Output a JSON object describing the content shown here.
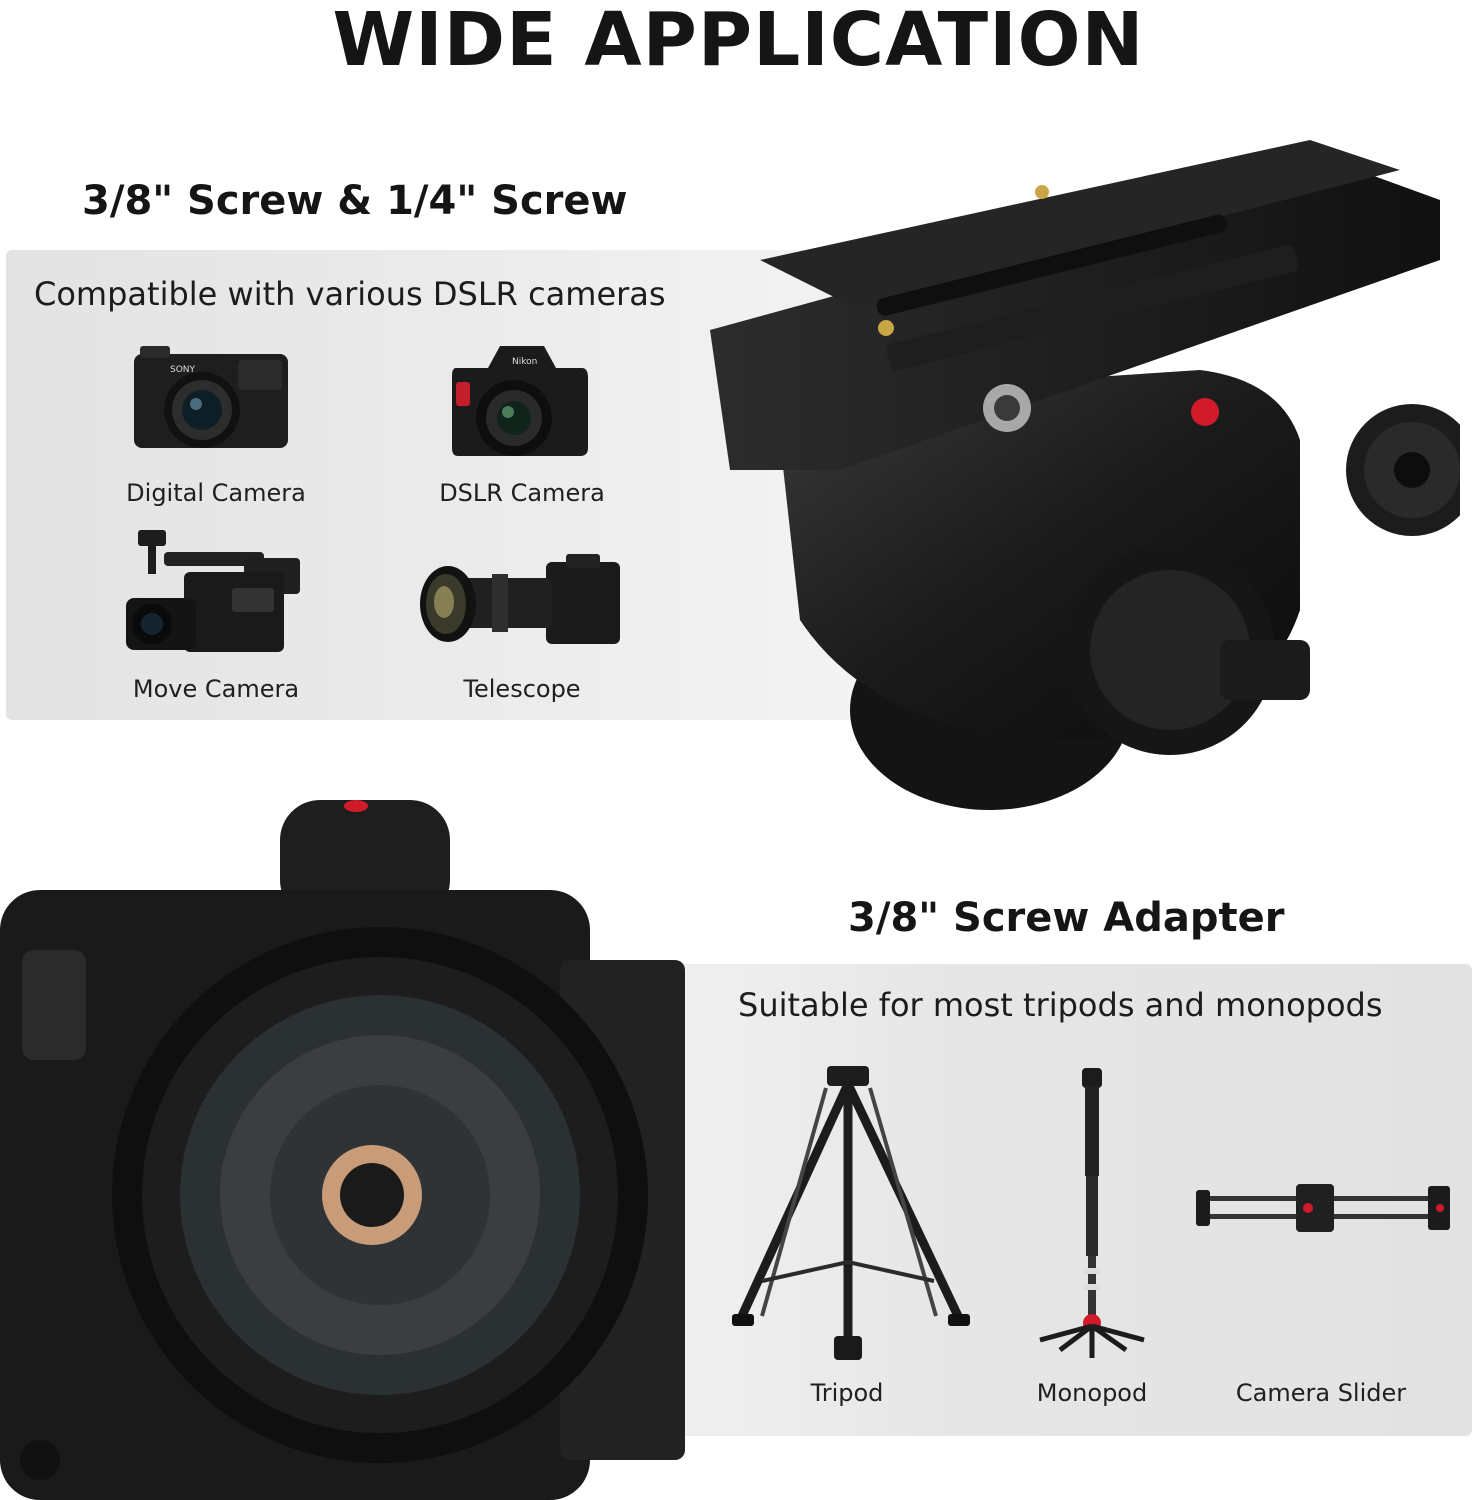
{
  "page": {
    "title": "WIDE APPLICATION"
  },
  "section_top": {
    "heading": "3/8\" Screw & 1/4\" Screw",
    "subtitle": "Compatible with various DSLR cameras",
    "items": [
      {
        "label": "Digital Camera",
        "icon": "mirrorless-camera-icon"
      },
      {
        "label": "DSLR Camera",
        "icon": "dslr-camera-icon"
      },
      {
        "label": "Move Camera",
        "icon": "video-camcorder-icon"
      },
      {
        "label": "Telescope",
        "icon": "telephoto-camera-icon"
      }
    ]
  },
  "section_bottom": {
    "heading": "3/8\" Screw Adapter",
    "subtitle": "Suitable for most tripods and monopods",
    "items": [
      {
        "label": "Tripod",
        "icon": "tripod-icon"
      },
      {
        "label": "Monopod",
        "icon": "monopod-icon"
      },
      {
        "label": "Camera Slider",
        "icon": "camera-slider-icon"
      }
    ]
  },
  "colors": {
    "text": "#151515",
    "panel": "#e6e6e6",
    "accent_red": "#d11a2a",
    "metal_dark": "#1a1a1a"
  }
}
